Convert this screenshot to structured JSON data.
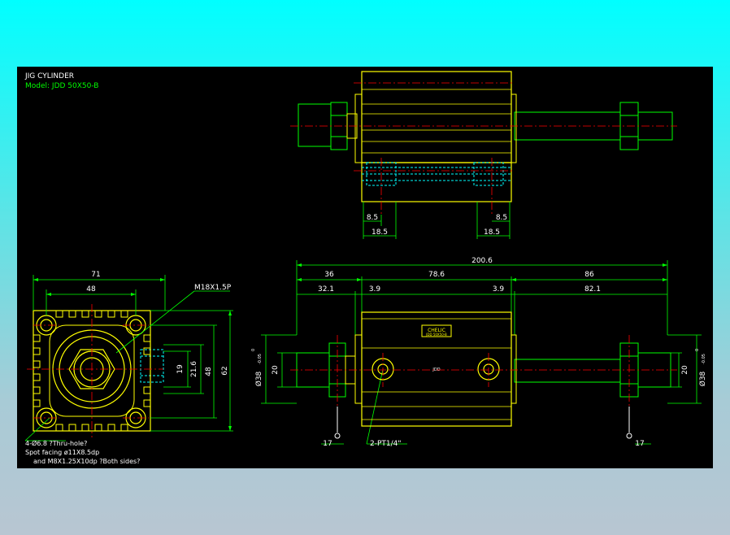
{
  "title": {
    "heading": "JIG CYLINDER",
    "model": "Model: JDD 50X50-B"
  },
  "side_view": {
    "dims": [
      "71",
      "48",
      "M18X1.5P",
      "19",
      "21.6",
      "48",
      "62"
    ],
    "notes": [
      "4-Ø6.8  ?Thru-hole?",
      "Spot facing ø11X8.5dp",
      "and M8X1.25X10dp ?Both sides?"
    ]
  },
  "top_view": {
    "dims": [
      "8.5",
      "18.5",
      "8.5",
      "18.5"
    ]
  },
  "front_view": {
    "dims": [
      "200.6",
      "36",
      "78.6",
      "86",
      "32.1",
      "3.9",
      "3.9",
      "82.1",
      "20",
      "Ø38",
      "20",
      "Ø38",
      "17",
      "17",
      "2-PT1/4\""
    ],
    "tol": "0 -0.05",
    "tol_top": "0",
    "tol_bot": "-0.05",
    "nameplate": "CHELIC",
    "nameplate_sub": "JDD 50X50-B",
    "center_mark": "JDD"
  },
  "colors": {
    "background": "#000000",
    "outline": "#ffff00",
    "dimension": "#00ff00",
    "centerline": "#ff0000",
    "hidden": "#00ffff",
    "text": "#ffffff"
  }
}
